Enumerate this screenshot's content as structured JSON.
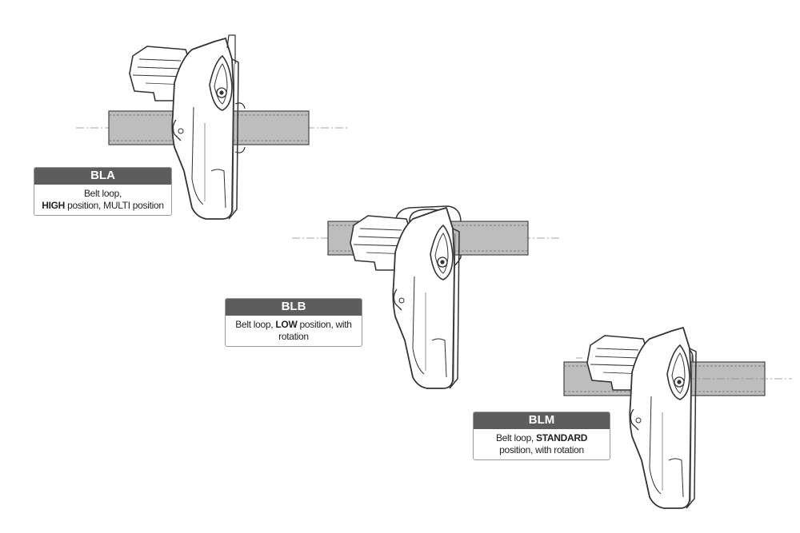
{
  "colors": {
    "belt_fill": "#bdbdbd",
    "label_header": "#5d5d5d",
    "outline": "#333333"
  },
  "holsters": [
    {
      "code": "BLA",
      "desc_before": "Belt loop, ",
      "desc_break": true,
      "desc_bold": "HIGH",
      "desc_after": " position, MULTI position"
    },
    {
      "code": "BLB",
      "desc_before": "Belt loop, ",
      "desc_break": false,
      "desc_bold": "LOW",
      "desc_after": " position, with rotation"
    },
    {
      "code": "BLM",
      "desc_before": "Belt loop, ",
      "desc_break": false,
      "desc_bold": "STANDARD",
      "desc_after": " position, with rotation"
    }
  ]
}
